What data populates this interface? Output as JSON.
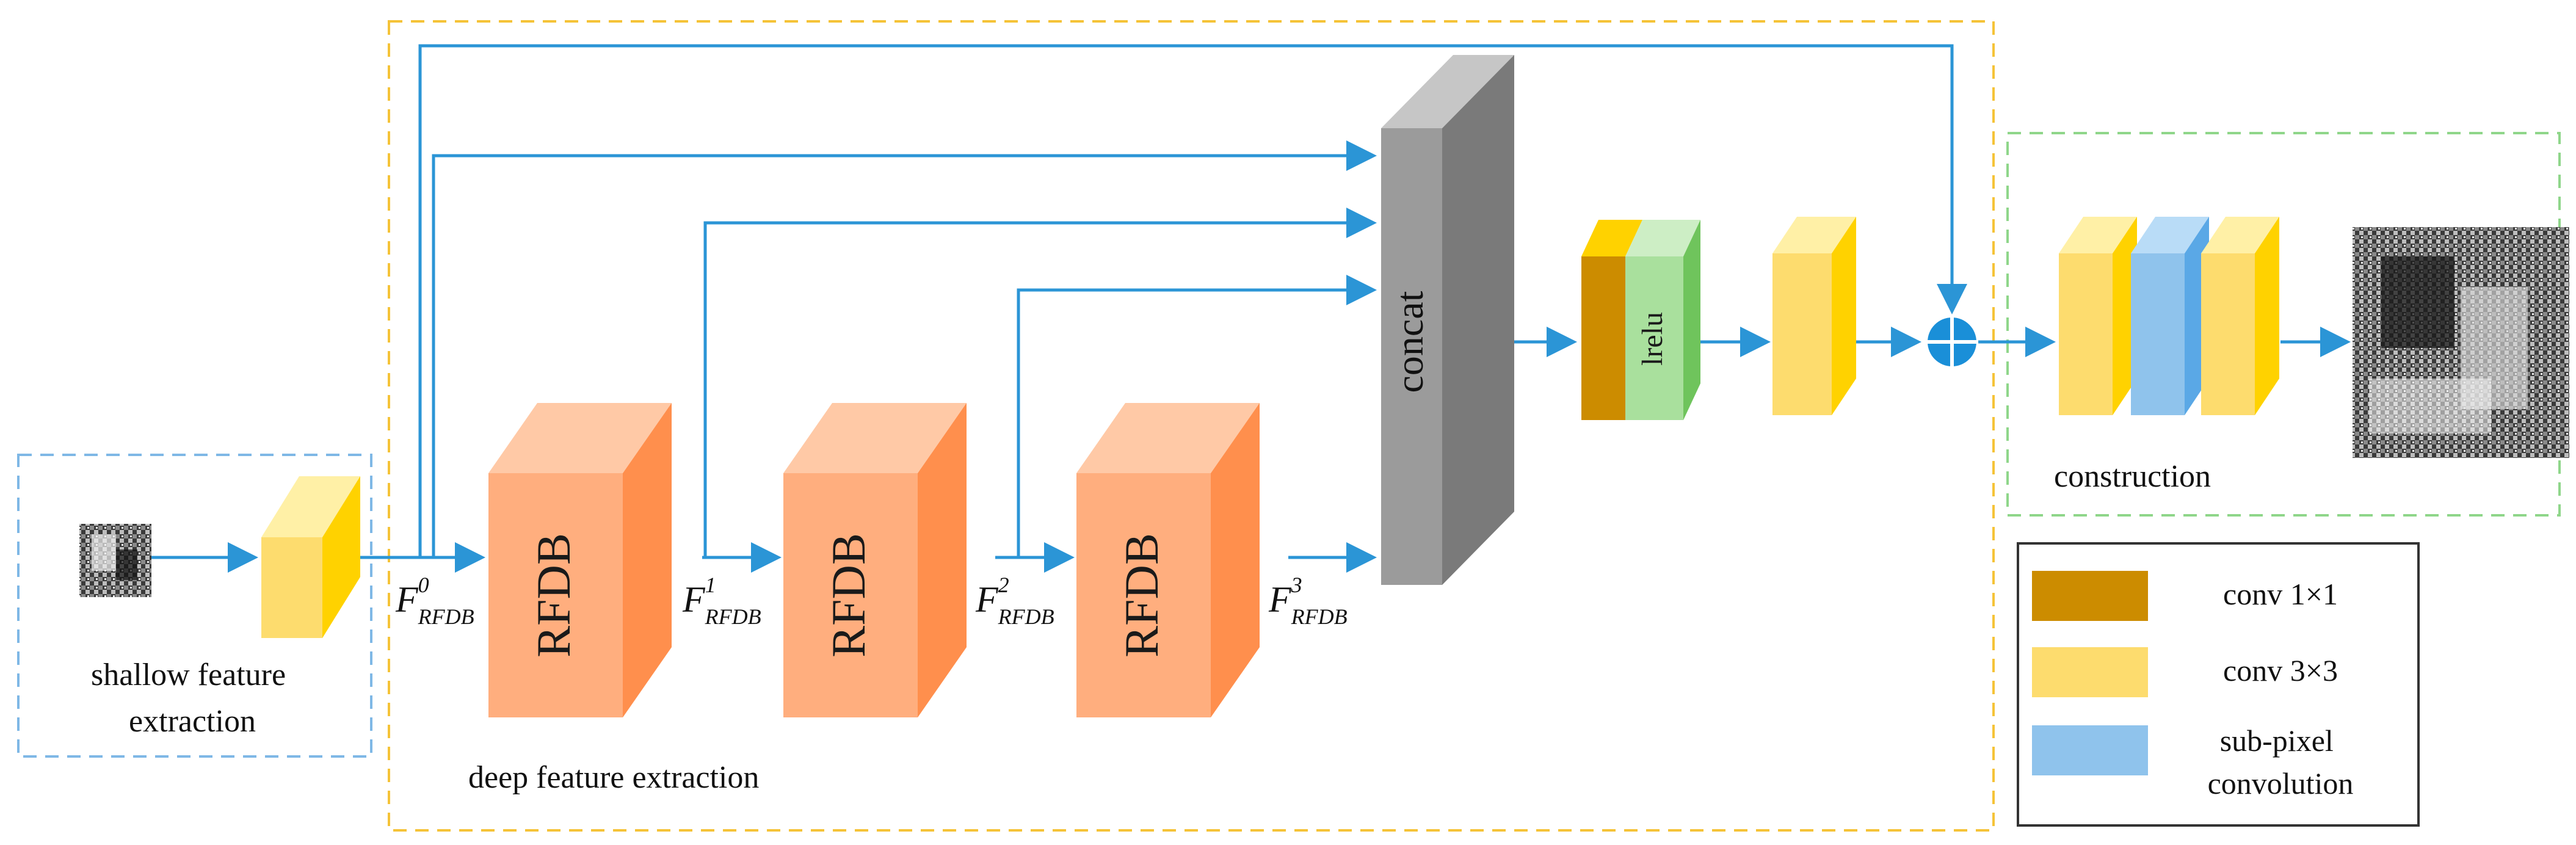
{
  "sections": {
    "shallow_label": [
      "shallow feature",
      "extraction"
    ],
    "deep_label": "deep feature extraction",
    "construction_label": "construction"
  },
  "blocks": {
    "rfdb_label": "RFDB",
    "concat_label": "concat",
    "lrelu_label": "lrelu"
  },
  "features": [
    {
      "base": "F",
      "sub": "RFDB",
      "sup": "0"
    },
    {
      "base": "F",
      "sub": "RFDB",
      "sup": "1"
    },
    {
      "base": "F",
      "sub": "RFDB",
      "sup": "2"
    },
    {
      "base": "F",
      "sub": "RFDB",
      "sup": "3"
    }
  ],
  "legend": {
    "items": [
      {
        "label": [
          "conv 1×1"
        ],
        "color": "#cc8c00"
      },
      {
        "label": [
          "conv 3×3"
        ],
        "color": "#fddc6e"
      },
      {
        "label": [
          "sub-pixel",
          "convolution"
        ],
        "color": "#8fc3ec"
      }
    ]
  },
  "colors": {
    "arrow": "#2b95d6",
    "rfdb_front": "#ffae7e",
    "rfdb_side": "#ff8f4d",
    "rfdb_top": "#ffc9a6",
    "concat_front": "#9b9b9b",
    "concat_side": "#7a7a7a",
    "concat_top": "#c6c6c6",
    "conv3_front": "#fddc6e",
    "conv3_side": "#ffd200",
    "conv3_top": "#fff0a6",
    "conv1_front": "#cc8c00",
    "conv1_top": "#ffd200",
    "lrelu_front": "#a9e09d",
    "lrelu_side": "#6fc45c",
    "lrelu_top": "#cdeec5",
    "subpixel_front": "#8fc3ec",
    "subpixel_side": "#5aa8e6",
    "subpixel_top": "#b9dcf7",
    "add_node": "#1a8fd8",
    "box_blue_dash": "#7fb8e6",
    "box_yellow_dash": "#f5c338",
    "box_green_dash": "#8fd68a"
  }
}
